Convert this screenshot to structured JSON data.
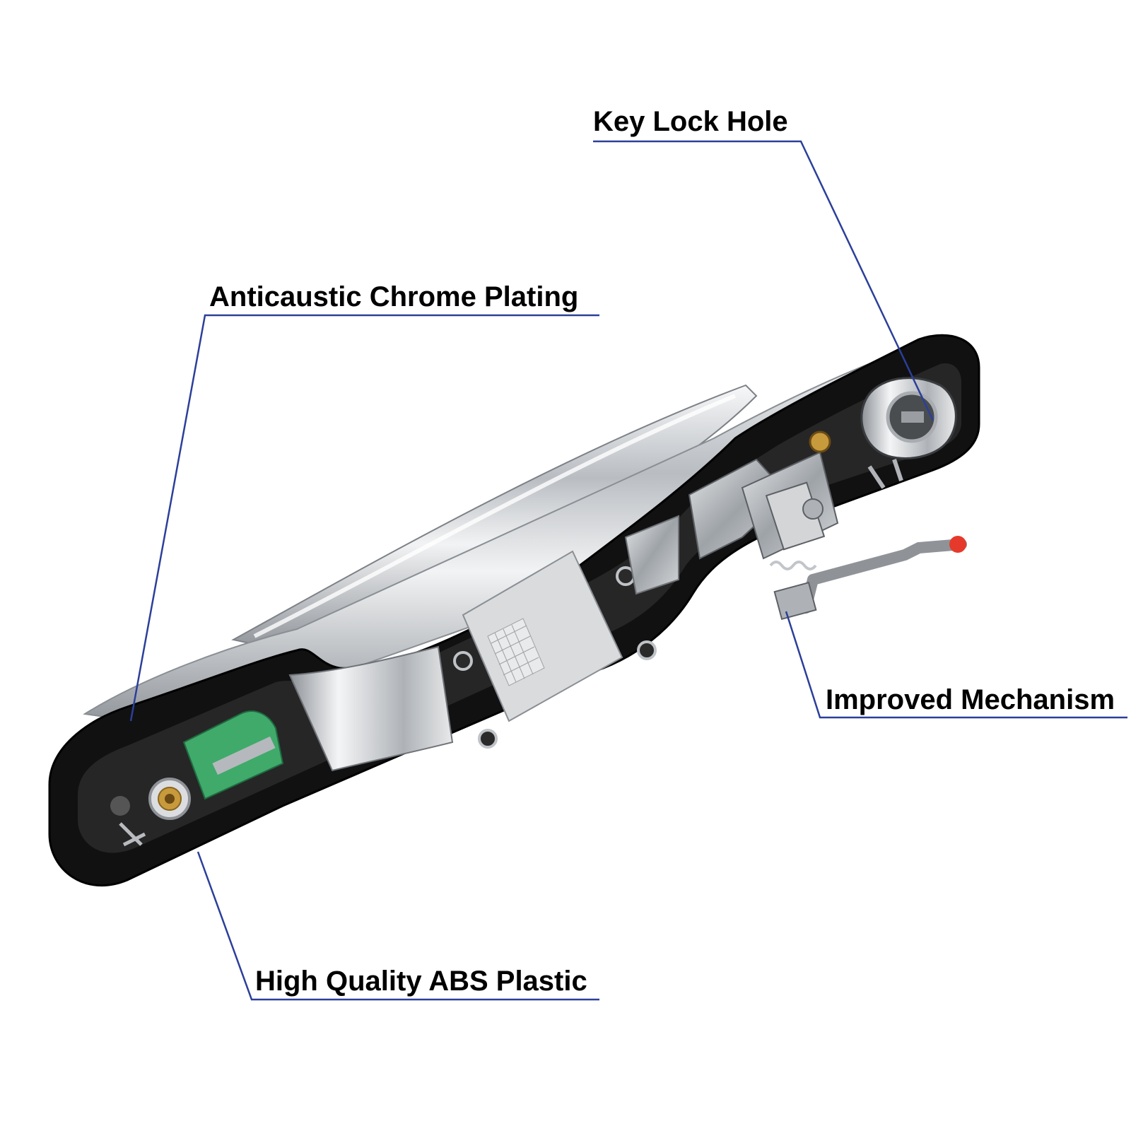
{
  "callouts": {
    "key_lock_hole": "Key Lock Hole",
    "anticaustic_chrome_plating": "Anticaustic Chrome Plating",
    "improved_mechanism": "Improved Mechanism",
    "high_quality_abs_plastic": "High Quality ABS Plastic"
  },
  "colors": {
    "leader_line": "#2b3f9a",
    "label_text": "#000000",
    "gasket": "#0d0d0d",
    "chrome": "#c9ccd0",
    "brass_insert": "#c79a3c",
    "green_clip": "#3faa6a",
    "red_tip": "#e53a2b"
  }
}
